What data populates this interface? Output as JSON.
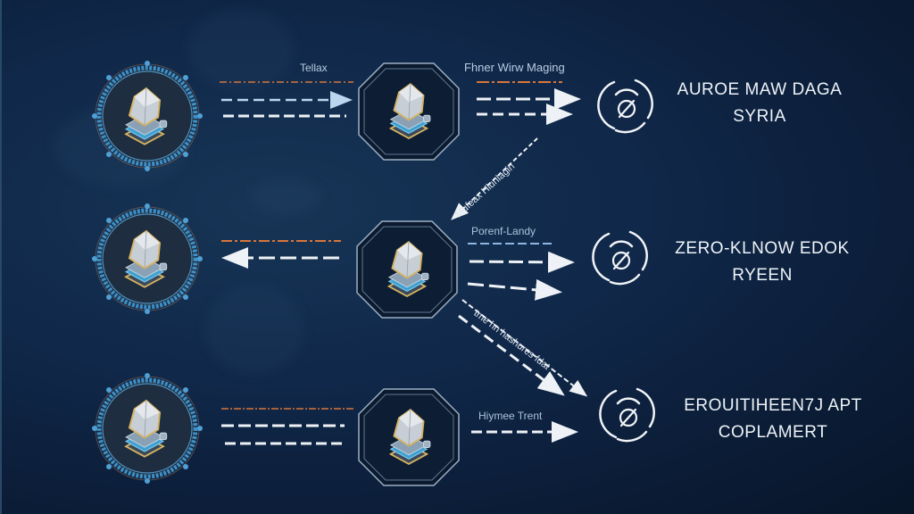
{
  "diagram": {
    "colors": {
      "background": "#0f2645",
      "ring": "#3f8fc4",
      "gold": "#d6b260",
      "orange_dash": "#d8763a",
      "blue_dash": "#bcd6f0",
      "white_dash": "#eef2f6",
      "text": "#eef3f8",
      "label": "#a9c4dc"
    },
    "rows": [
      {
        "source_icon": "layered-crystal-icon",
        "left_label": "Tellax",
        "hub_icon": "layered-crystal-icon",
        "right_label": "Fhner Wirw Maging",
        "output_icon": "signal-ring-icon",
        "output_title_line1": "AUROE MAW DAGA",
        "output_title_line2": "SYRIA"
      },
      {
        "source_icon": "layered-crystal-icon",
        "left_label": "",
        "hub_icon": "layered-crystal-icon",
        "right_label": "Porenf-Landy",
        "output_icon": "signal-ring-icon",
        "output_title_line1": "ZERO-KLNOW EDOK",
        "output_title_line2": "RYEEN"
      },
      {
        "source_icon": "layered-crystal-icon",
        "left_label": "",
        "hub_icon": "layered-crystal-icon",
        "right_label": "Hiymee Trent",
        "output_icon": "signal-ring-icon",
        "output_title_line1": "EROUITIHEEN7J APT",
        "output_title_line2": "COPLAMERT"
      }
    ],
    "diagonal_labels": {
      "up": "Mufeax Hlunlagin",
      "down": "tme hn hashures fdat"
    }
  }
}
